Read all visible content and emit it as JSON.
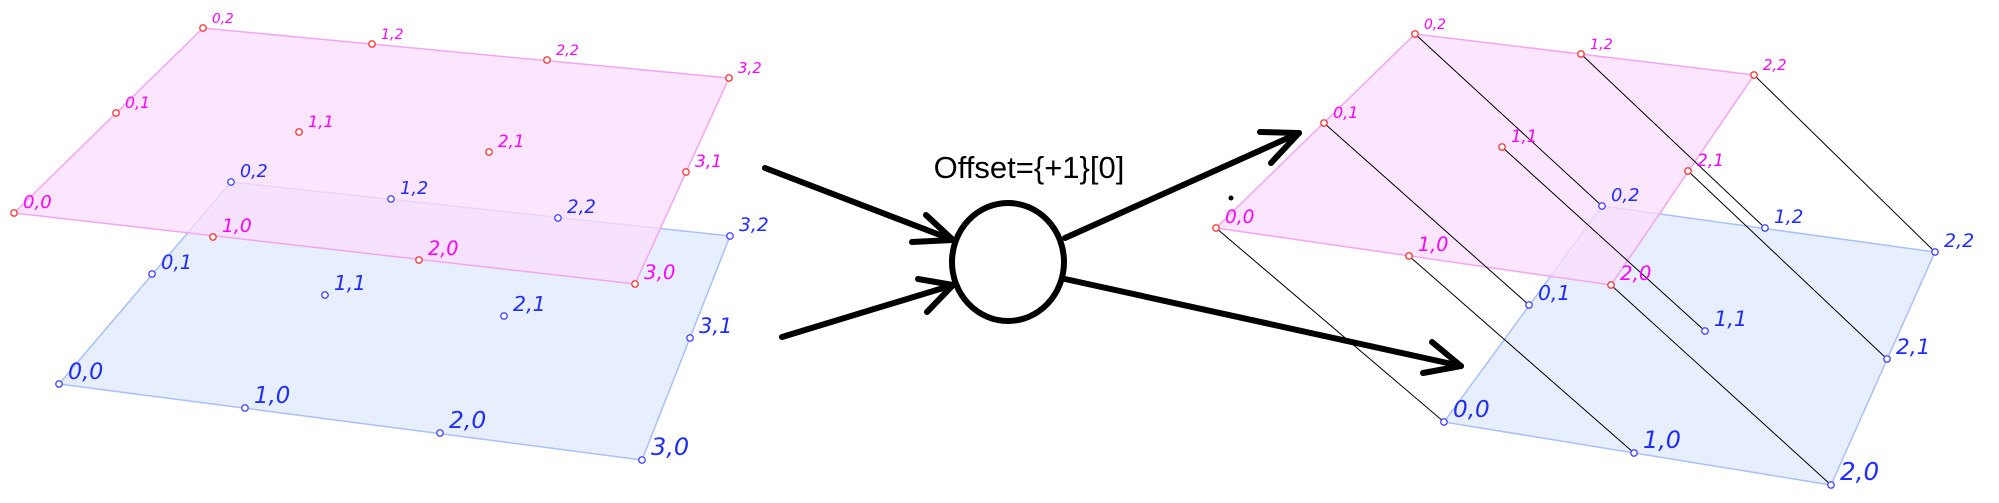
{
  "operator": {
    "label": "Offset={+1}[0]"
  },
  "colors": {
    "top_fill": "#fbdcfd",
    "top_edge": "#f2a6f2",
    "top_point": "#ff3b3b",
    "top_text": "#ff00ff",
    "bottom_fill": "#dfe8fd",
    "bottom_edge": "#a9c1f7",
    "bottom_point": "#4a4aff",
    "bottom_text": "#1f2cff",
    "link": "#000000"
  },
  "input": {
    "top_grid": [
      "0,0",
      "0,1",
      "0,2",
      "1,0",
      "1,1",
      "1,2",
      "2,0",
      "2,1",
      "2,2",
      "3,0",
      "3,1",
      "3,2"
    ],
    "bottom_grid": [
      "0,0",
      "0,1",
      "0,2",
      "1,0",
      "1,1",
      "1,2",
      "2,0",
      "2,1",
      "2,2",
      "3,0",
      "3,1",
      "3,2"
    ]
  },
  "output": {
    "top_grid": [
      "0,0",
      "0,1",
      "0,2",
      "1,0",
      "1,1",
      "1,2",
      "2,0",
      "2,1",
      "2,2"
    ],
    "bottom_grid": [
      "0,0",
      "0,1",
      "0,2",
      "1,0",
      "1,1",
      "1,2",
      "2,0",
      "2,1",
      "2,2"
    ]
  }
}
